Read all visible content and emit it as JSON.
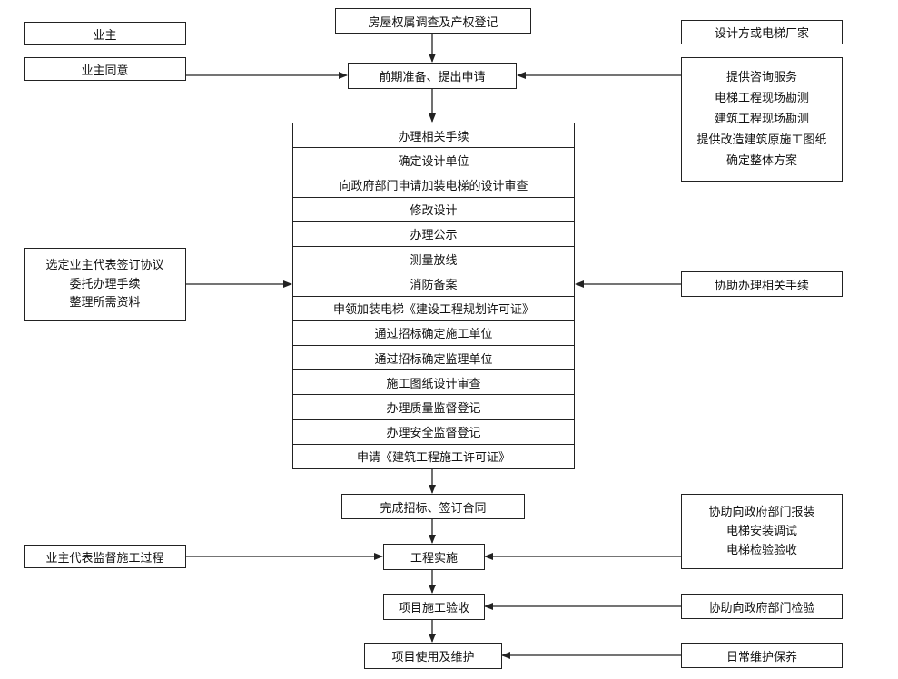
{
  "owner": "业主",
  "owner_consent": "业主同意",
  "property_survey": "房屋权属调查及产权登记",
  "prepare_apply": "前期准备、提出申请",
  "designer": "设计方或电梯厂家",
  "designer_services": [
    "提供咨询服务",
    "电梯工程现场勘测",
    "建筑工程现场勘测",
    "提供改造建筑原施工图纸",
    "确定整体方案"
  ],
  "procedures": [
    "办理相关手续",
    "确定设计单位",
    "向政府部门申请加装电梯的设计审查",
    "修改设计",
    "办理公示",
    "测量放线",
    "消防备案",
    "申领加装电梯《建设工程规划许可证》",
    "通过招标确定施工单位",
    "通过招标确定监理单位",
    "施工图纸设计审查",
    "办理质量监督登记",
    "办理安全监督登记",
    "申请《建筑工程施工许可证》"
  ],
  "owner_rep_tasks": [
    "选定业主代表签订协议",
    "委托办理手续",
    "整理所需资料"
  ],
  "assist_procedures": "协助办理相关手续",
  "bid_contract": "完成招标、签订合同",
  "supplier_tasks": [
    "协助向政府部门报装",
    "电梯安装调试",
    "电梯检验验收"
  ],
  "owner_supervise": "业主代表监督施工过程",
  "construction": "工程实施",
  "acceptance": "项目施工验收",
  "assist_inspection": "协助向政府部门检验",
  "use_maintain": "项目使用及维护",
  "daily_maintenance": "日常维护保养"
}
